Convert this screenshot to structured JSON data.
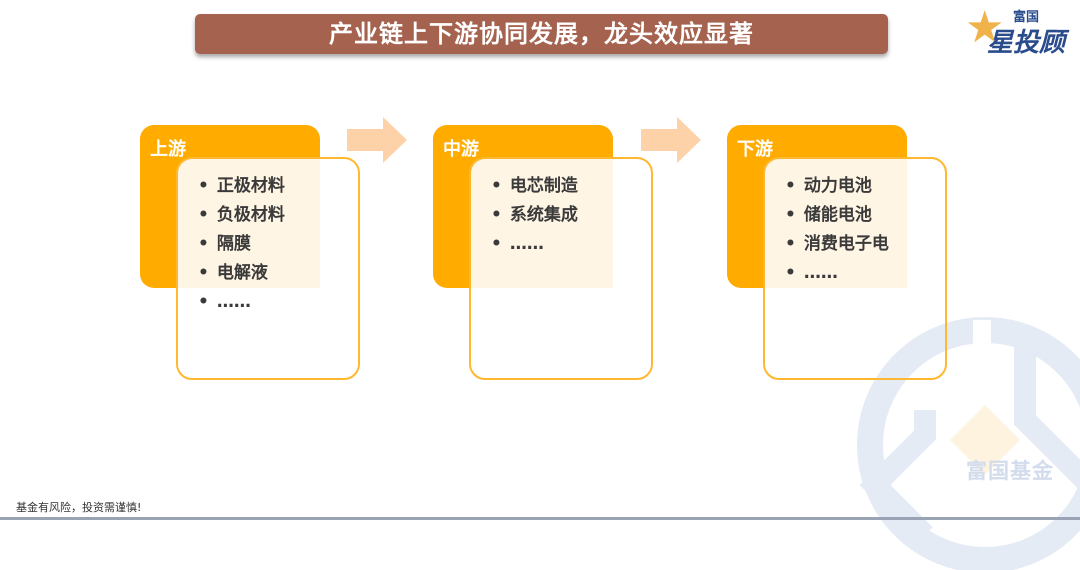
{
  "header": {
    "title": "产业链上下游协同发展，龙头效应显著",
    "logo_top": "富国",
    "logo_main": "星投顾"
  },
  "columns": [
    {
      "label": "上游",
      "items": [
        "正极材料",
        "负极材料",
        "隔膜",
        "电解液",
        "……"
      ]
    },
    {
      "label": "中游",
      "items": [
        "电芯制造",
        "系统集成",
        "……"
      ]
    },
    {
      "label": "下游",
      "items": [
        "动力电池",
        "储能电池",
        "消费电子电",
        "……"
      ]
    }
  ],
  "watermark": "富国基金",
  "footer": {
    "disclaimer": "基金有风险，投资需谨慎!"
  },
  "colors": {
    "title_bg": "#a5634f",
    "accent": "#ffab00",
    "arrow": "#fdd2a8"
  }
}
